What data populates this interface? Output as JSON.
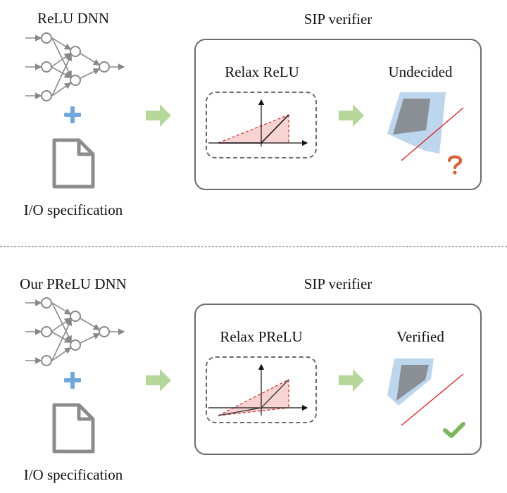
{
  "panels": [
    {
      "network_label": "ReLU DNN",
      "spec_label": "I/O specification",
      "verifier_title": "SIP verifier",
      "relax_label": "Relax ReLU",
      "result_label": "Undecided",
      "result_icon": "question-mark-icon",
      "result_symbol": "?"
    },
    {
      "network_label": "Our PReLU DNN",
      "spec_label": "I/O specification",
      "verifier_title": "SIP verifier",
      "relax_label": "Relax PReLU",
      "result_label": "Verified",
      "result_icon": "check-mark-icon"
    }
  ],
  "colors": {
    "arrow": "#b5d89a",
    "plus": "#6fa8dc",
    "neuron": "#888888",
    "relaxation": "#f4c7c7",
    "relaxation_line": "#e03030",
    "outer_region": "#bcd6ee",
    "inner_region": "#8a8f96",
    "boundary": "#e02020",
    "question": "#d9603b",
    "check": "#7cb85c"
  }
}
